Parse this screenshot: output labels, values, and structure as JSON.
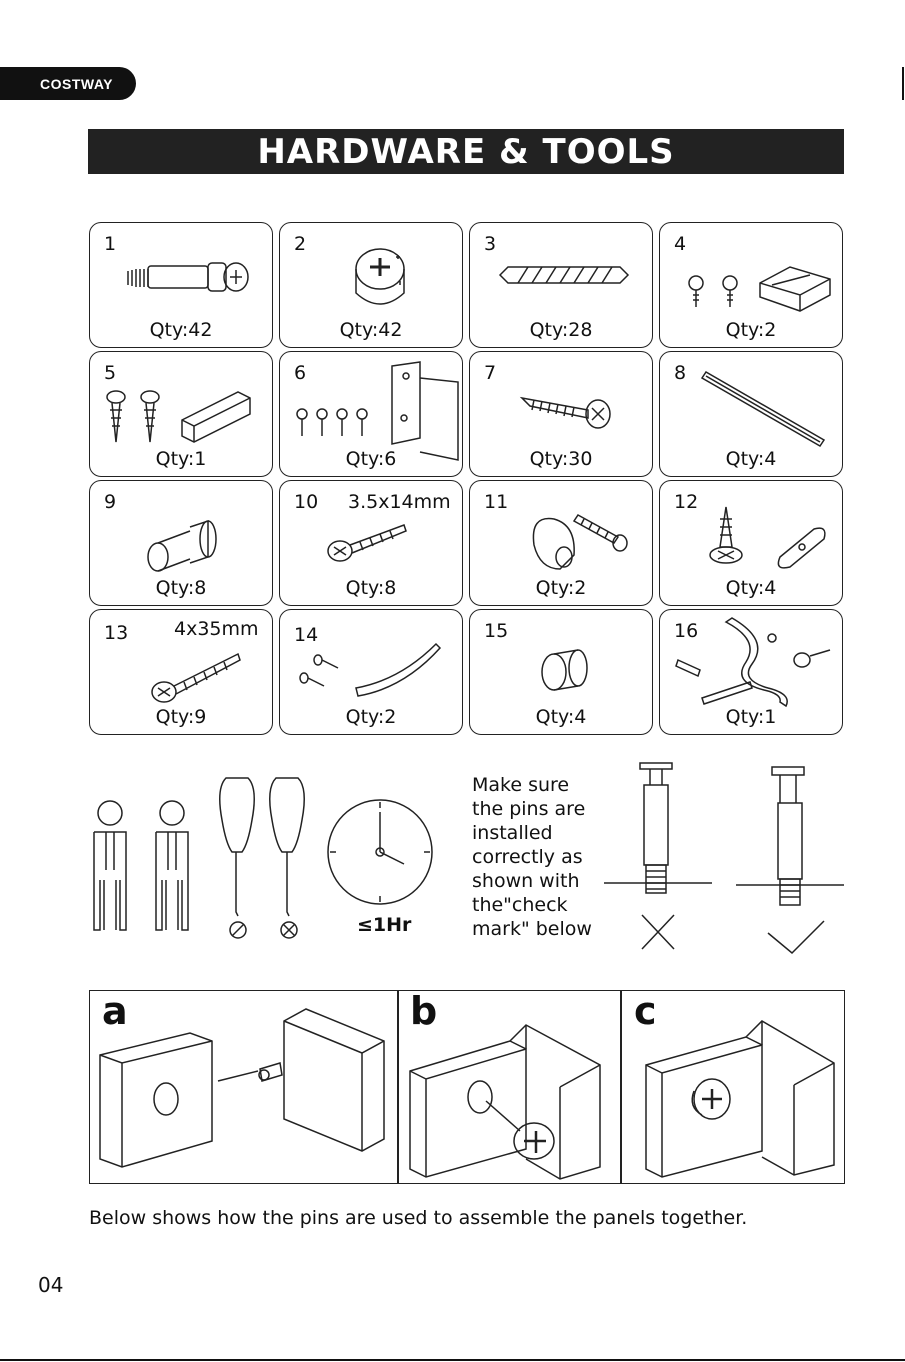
{
  "brand": "COSTWAY",
  "title": "HARDWARE & TOOLS",
  "parts": [
    {
      "num": "1",
      "qty": "Qty:42",
      "icon": "cam-bolt-icon"
    },
    {
      "num": "2",
      "qty": "Qty:42",
      "icon": "cam-lock-icon"
    },
    {
      "num": "3",
      "qty": "Qty:28",
      "icon": "wood-dowel-icon"
    },
    {
      "num": "4",
      "qty": "Qty:2",
      "icon": "magnetic-catch-icon"
    },
    {
      "num": "5",
      "qty": "Qty:1",
      "icon": "screws-and-block-icon"
    },
    {
      "num": "6",
      "qty": "Qty:6",
      "icon": "hinge-icon"
    },
    {
      "num": "7",
      "qty": "Qty:30",
      "icon": "wood-screw-icon"
    },
    {
      "num": "8",
      "qty": "Qty:4",
      "icon": "metal-rod-icon"
    },
    {
      "num": "9",
      "qty": "Qty:8",
      "icon": "shelf-pin-icon"
    },
    {
      "num": "10",
      "spec": "3.5x14mm",
      "qty": "Qty:8",
      "icon": "short-screw-icon"
    },
    {
      "num": "11",
      "qty": "Qty:2",
      "icon": "knob-and-bolt-icon"
    },
    {
      "num": "12",
      "qty": "Qty:4",
      "icon": "screw-and-plate-icon"
    },
    {
      "num": "13",
      "spec": "4x35mm",
      "qty": "Qty:9",
      "icon": "long-screw-icon"
    },
    {
      "num": "14",
      "qty": "Qty:2",
      "icon": "handle-and-bolts-icon"
    },
    {
      "num": "15",
      "qty": "Qty:4",
      "icon": "round-knob-icon"
    },
    {
      "num": "16",
      "qty": "Qty:1",
      "icon": "anti-tip-kit-icon"
    }
  ],
  "tools": {
    "time": "≤1Hr",
    "note_lines": [
      "Make sure",
      "the pins are",
      "installed",
      "correctly as",
      "shown with",
      "the\"check",
      "mark\" below"
    ]
  },
  "steps": [
    {
      "letter": "a"
    },
    {
      "letter": "b"
    },
    {
      "letter": "c"
    }
  ],
  "caption": "Below shows how the pins are used to assemble the panels together.",
  "page_number": "04"
}
